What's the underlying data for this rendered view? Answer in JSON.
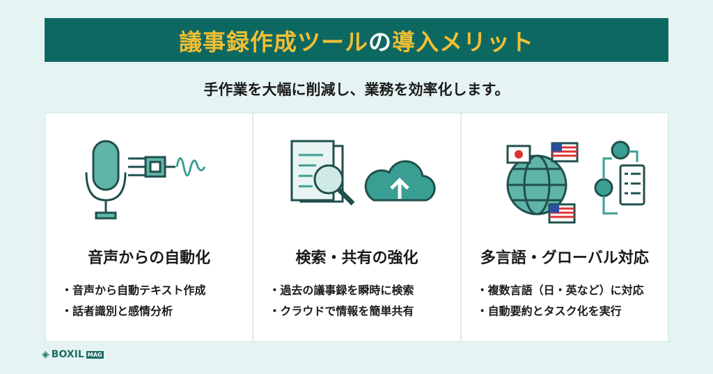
{
  "title": {
    "part1": "議事録作成ツール",
    "part2": "の",
    "part3": "導入メリット"
  },
  "subtitle": "手作業を大幅に削減し、業務を効率化します。",
  "cards": [
    {
      "heading": "音声からの自動化",
      "bullets": [
        "音声から自動テキスト作成",
        "話者識別と感情分析"
      ]
    },
    {
      "heading": "検索・共有の強化",
      "bullets": [
        "過去の議事録を瞬時に検索",
        "クラウドで情報を簡単共有"
      ]
    },
    {
      "heading": "多言語・グローバル対応",
      "bullets": [
        "複数言語（日・英など）に対応",
        "自動要約とタスク化を実行"
      ]
    }
  ],
  "logo": {
    "text": "BOXIL",
    "badge": "MAG"
  },
  "colors": {
    "teal": "#0e6862",
    "yellow": "#f2bf33",
    "bg": "#e6f3f3",
    "icon": "#3a9f92"
  }
}
